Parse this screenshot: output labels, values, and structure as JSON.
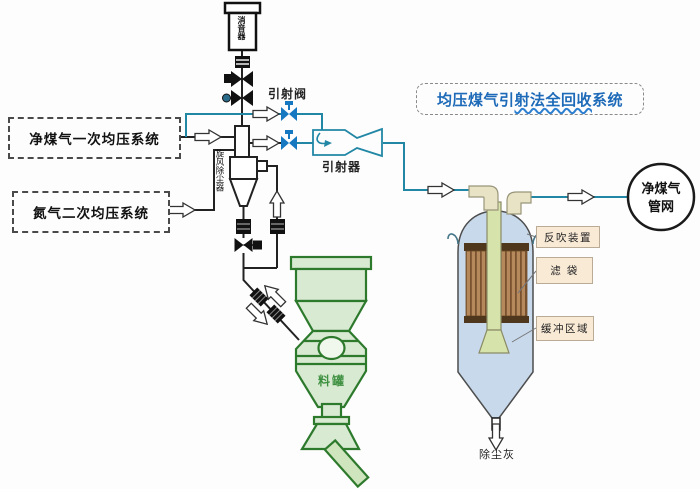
{
  "title": {
    "part1": "均压煤气引",
    "part2": "射法全回收",
    "part3": "系统"
  },
  "left_boxes": {
    "primary": "净煤气一次均压系统",
    "secondary": "氮气二次均压系统"
  },
  "equipment": {
    "muffler": "消音器",
    "ejector_valve": "引射阀",
    "ejector": "引射器",
    "cyclone": "旋风除尘器",
    "material_tank": "料罐",
    "dust_ash": "除尘灰",
    "clean_gas_net_line1": "净煤气",
    "clean_gas_net_line2": "管网"
  },
  "filter_labels": {
    "blowback": "反吹装置",
    "filter_bag": "滤 袋",
    "buffer": "缓冲区域"
  },
  "colors": {
    "pipe_black": "#222222",
    "pipe_teal": "#2187a5",
    "valve_blue": "#1778c2",
    "title_blue": "#1d6ab8",
    "hopper_stroke": "#2d7a2d",
    "hopper_fill": "#d9ead3",
    "vessel_fill": "#c7d9eb",
    "bag_brown": "#b5895c",
    "bag_stripe": "#7a5230",
    "tube_green": "#d6e4ab",
    "elbow_beige": "#e7e3c4",
    "label_bg": "#f9ead6"
  }
}
